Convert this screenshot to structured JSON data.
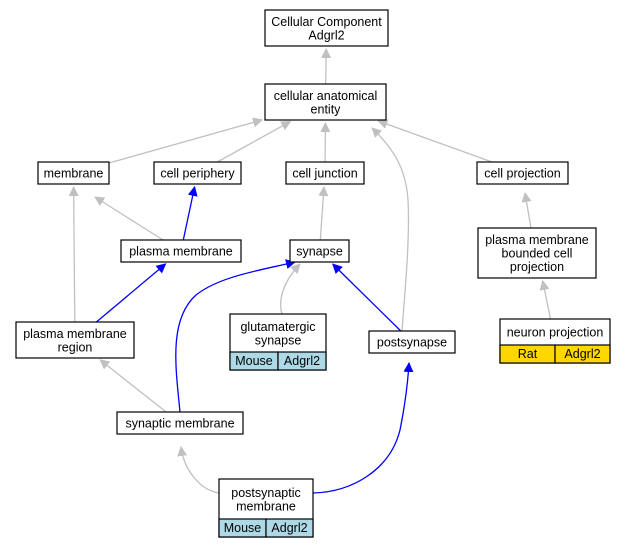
{
  "colors": {
    "grey_edge": "#c0c0c0",
    "blue_edge": "#0000ff",
    "mouse_tag": "#add8e6",
    "rat_tag": "#ffd700"
  },
  "nodes": {
    "root": {
      "lines": [
        "Cellular Component",
        "Adgrl2"
      ]
    },
    "cae": {
      "lines": [
        "cellular anatomical",
        "entity"
      ]
    },
    "membrane": {
      "lines": [
        "membrane"
      ]
    },
    "periphery": {
      "lines": [
        "cell periphery"
      ]
    },
    "junction": {
      "lines": [
        "cell junction"
      ]
    },
    "projection": {
      "lines": [
        "cell projection"
      ]
    },
    "plasma": {
      "lines": [
        "plasma membrane"
      ]
    },
    "synapse": {
      "lines": [
        "synapse"
      ]
    },
    "pmbcp": {
      "lines": [
        "plasma membrane",
        "bounded cell",
        "projection"
      ]
    },
    "pmr": {
      "lines": [
        "plasma membrane",
        "region"
      ]
    },
    "glut": {
      "lines": [
        "glutamatergic",
        "synapse"
      ],
      "tags": [
        "Mouse",
        "Adgrl2"
      ]
    },
    "postsyn": {
      "lines": [
        "postsynapse"
      ]
    },
    "neuron": {
      "lines": [
        "neuron projection"
      ],
      "tags": [
        "Rat",
        "Adgrl2"
      ]
    },
    "synmem": {
      "lines": [
        "synaptic membrane"
      ]
    },
    "psm": {
      "lines": [
        "postsynaptic",
        "membrane"
      ],
      "tags": [
        "Mouse",
        "Adgrl2"
      ]
    }
  },
  "edges": [
    {
      "from": "cae",
      "to": "root",
      "color": "grey"
    },
    {
      "from": "membrane",
      "to": "cae",
      "color": "grey"
    },
    {
      "from": "periphery",
      "to": "cae",
      "color": "grey"
    },
    {
      "from": "junction",
      "to": "cae",
      "color": "grey"
    },
    {
      "from": "projection",
      "to": "cae",
      "color": "grey"
    },
    {
      "from": "postsyn",
      "to": "cae",
      "color": "grey"
    },
    {
      "from": "plasma",
      "to": "membrane",
      "color": "grey"
    },
    {
      "from": "plasma",
      "to": "periphery",
      "color": "blue"
    },
    {
      "from": "synapse",
      "to": "junction",
      "color": "grey"
    },
    {
      "from": "pmbcp",
      "to": "projection",
      "color": "grey"
    },
    {
      "from": "pmr",
      "to": "membrane",
      "color": "grey"
    },
    {
      "from": "pmr",
      "to": "plasma",
      "color": "blue"
    },
    {
      "from": "glut",
      "to": "synapse",
      "color": "grey"
    },
    {
      "from": "postsyn",
      "to": "synapse",
      "color": "blue"
    },
    {
      "from": "neuron",
      "to": "pmbcp",
      "color": "grey"
    },
    {
      "from": "synmem",
      "to": "pmr",
      "color": "grey"
    },
    {
      "from": "synmem",
      "to": "synapse",
      "color": "blue"
    },
    {
      "from": "psm",
      "to": "synmem",
      "color": "grey"
    },
    {
      "from": "psm",
      "to": "postsyn",
      "color": "blue"
    }
  ]
}
